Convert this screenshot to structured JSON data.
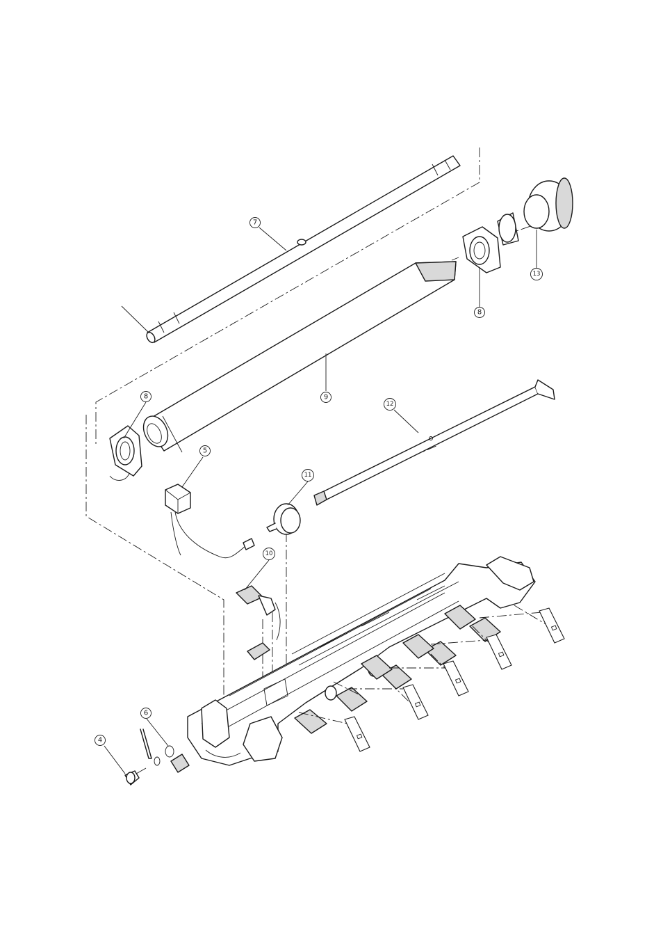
{
  "callouts": [
    {
      "id": "c4",
      "label": "4"
    },
    {
      "id": "c5",
      "label": "5"
    },
    {
      "id": "c6",
      "label": "6"
    },
    {
      "id": "c7",
      "label": "7"
    },
    {
      "id": "c8a",
      "label": "8"
    },
    {
      "id": "c8b",
      "label": "8"
    },
    {
      "id": "c9",
      "label": "9"
    },
    {
      "id": "c10",
      "label": "10"
    },
    {
      "id": "c11",
      "label": "11"
    },
    {
      "id": "c12",
      "label": "12"
    },
    {
      "id": "c13",
      "label": "13"
    }
  ],
  "colors": {
    "line": "#1a1a1a",
    "background": "#ffffff",
    "shade": "#d9d9d9"
  }
}
